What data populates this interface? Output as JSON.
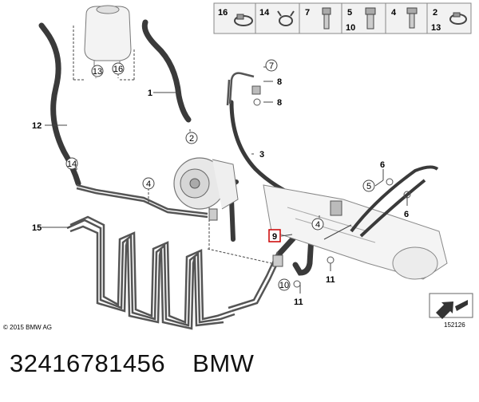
{
  "legend": [
    {
      "nums": [
        "16"
      ],
      "icon": "hose-clamp"
    },
    {
      "nums": [
        "14"
      ],
      "icon": "spring-clip"
    },
    {
      "nums": [
        "7"
      ],
      "icon": "banjo-bolt"
    },
    {
      "nums": [
        "5",
        "10"
      ],
      "icon": "hollow-bolt"
    },
    {
      "nums": [
        "4"
      ],
      "icon": "screw"
    },
    {
      "nums": [
        "2",
        "13"
      ],
      "icon": "hose-clip"
    }
  ],
  "callouts": {
    "c1": "1",
    "c2": "2",
    "c3": "3",
    "c4a": "4",
    "c4b": "4",
    "c5": "5",
    "c6a": "6",
    "c6b": "6",
    "c7": "7",
    "c8a": "8",
    "c8b": "8",
    "c9": "9",
    "c10": "10",
    "c11a": "11",
    "c11b": "11",
    "c12": "12",
    "c13": "13",
    "c14": "14",
    "c15": "15",
    "c16": "16"
  },
  "copyright": "© 2015 BMW AG",
  "diagram_id": "152126",
  "caption": {
    "part_number": "32416781456",
    "brand": "BMW"
  },
  "colors": {
    "hose": "#3a3a3a",
    "part_outline": "#555555",
    "highlight": "#cc0000",
    "legend_bg": "#f2f2f2",
    "rack_fill": "#f4f4f4"
  }
}
